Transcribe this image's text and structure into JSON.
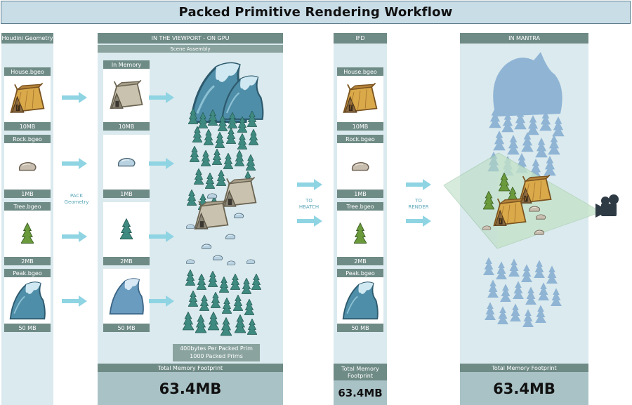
{
  "title": "Packed Primitive Rendering Workflow",
  "columns": {
    "houdini": {
      "header": "Houdini Geometry"
    },
    "viewport": {
      "header": "IN THE VIEWPORT - ON GPU",
      "subheader": "Scene Assembly",
      "memory_header": "In Memory"
    },
    "ifd": {
      "header": "IFD"
    },
    "mantra": {
      "header": "IN MANTRA"
    }
  },
  "assets": [
    {
      "name": "House.bgeo",
      "size": "10MB",
      "icon": "house-icon"
    },
    {
      "name": "Rock.bgeo",
      "size": "1MB",
      "icon": "rock-icon"
    },
    {
      "name": "Tree.bgeo",
      "size": "2MB",
      "icon": "tree-icon"
    },
    {
      "name": "Peak.bgeo",
      "size": "50 MB",
      "icon": "peak-icon"
    }
  ],
  "steps": {
    "pack": "PACK\nGeometry",
    "hbatch": "TO\nHBATCH",
    "render": "TO\nRENDER"
  },
  "packed_info": {
    "line1": "400bytes Per Packed Prim",
    "line2": "1000 Packed Prims"
  },
  "footprint": {
    "label": "Total Memory Footprint",
    "value": "63.4MB"
  },
  "colors": {
    "header": "#6f8b86",
    "column_bg": "#dbeaee",
    "arrow": "#8fd4e3",
    "footprint_bg": "#a9c2c6"
  }
}
